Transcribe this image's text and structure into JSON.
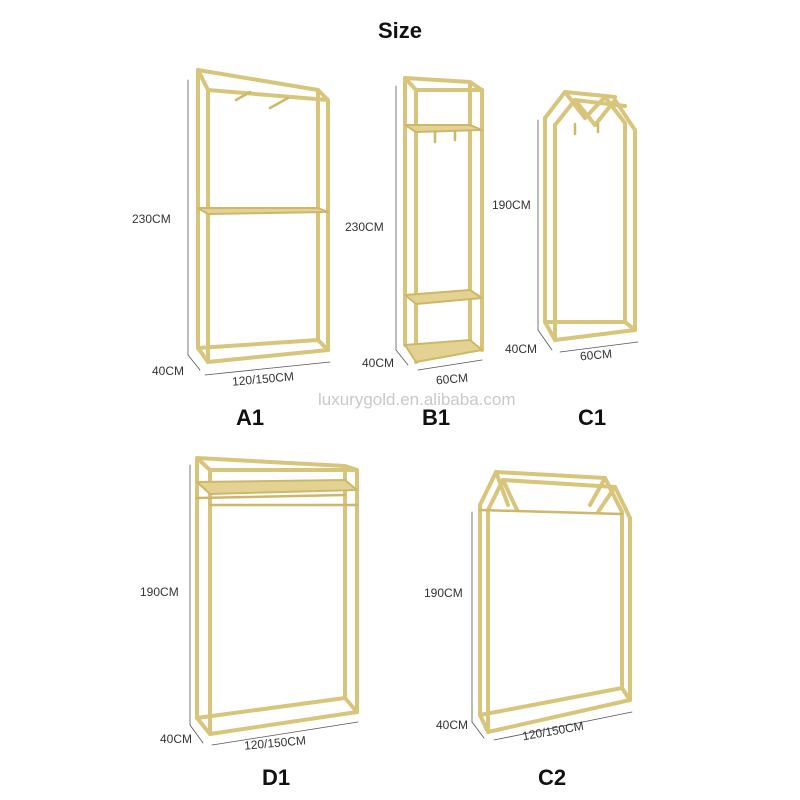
{
  "title": "Size",
  "watermark": "luxurygold.en.alibaba.com",
  "racks": [
    {
      "id": "A1",
      "label": "A1",
      "height": "230CM",
      "depth": "40CM",
      "width": "120/150CM"
    },
    {
      "id": "B1",
      "label": "B1",
      "height": "230CM",
      "depth": "40CM",
      "width": "60CM"
    },
    {
      "id": "C1",
      "label": "C1",
      "height": "190CM",
      "depth": "40CM",
      "width": "60CM"
    },
    {
      "id": "D1",
      "label": "D1",
      "height": "190CM",
      "depth": "40CM",
      "width": "120/150CM"
    },
    {
      "id": "C2",
      "label": "C2",
      "height": "190CM",
      "depth": "40CM",
      "width": "120/150CM"
    }
  ],
  "colors": {
    "frame": "#d8c57c",
    "text": "#111111",
    "watermark": "#c9c9c9"
  }
}
